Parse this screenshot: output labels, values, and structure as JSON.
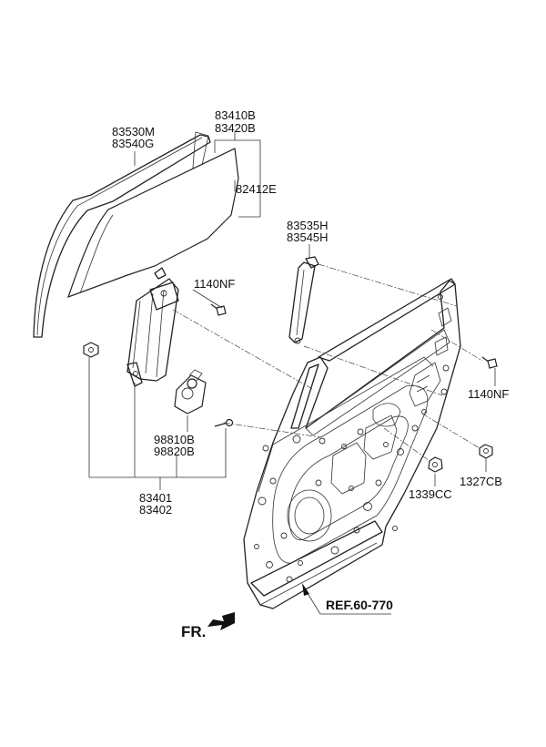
{
  "labels": {
    "glass_channel": [
      "83530M",
      "83540G"
    ],
    "door_glass": [
      "83410B",
      "83420B"
    ],
    "glass_run_seal": "82412E",
    "rear_channel": [
      "83535H",
      "83545H"
    ],
    "bolt_upper": "1140NF",
    "bolt_right": "1140NF",
    "motor": [
      "98810B",
      "98820B"
    ],
    "regulator": [
      "83401",
      "83402"
    ],
    "nut_1339": "1339CC",
    "nut_1327": "1327CB",
    "reference": "REF.60-770",
    "front_direction": "FR."
  }
}
